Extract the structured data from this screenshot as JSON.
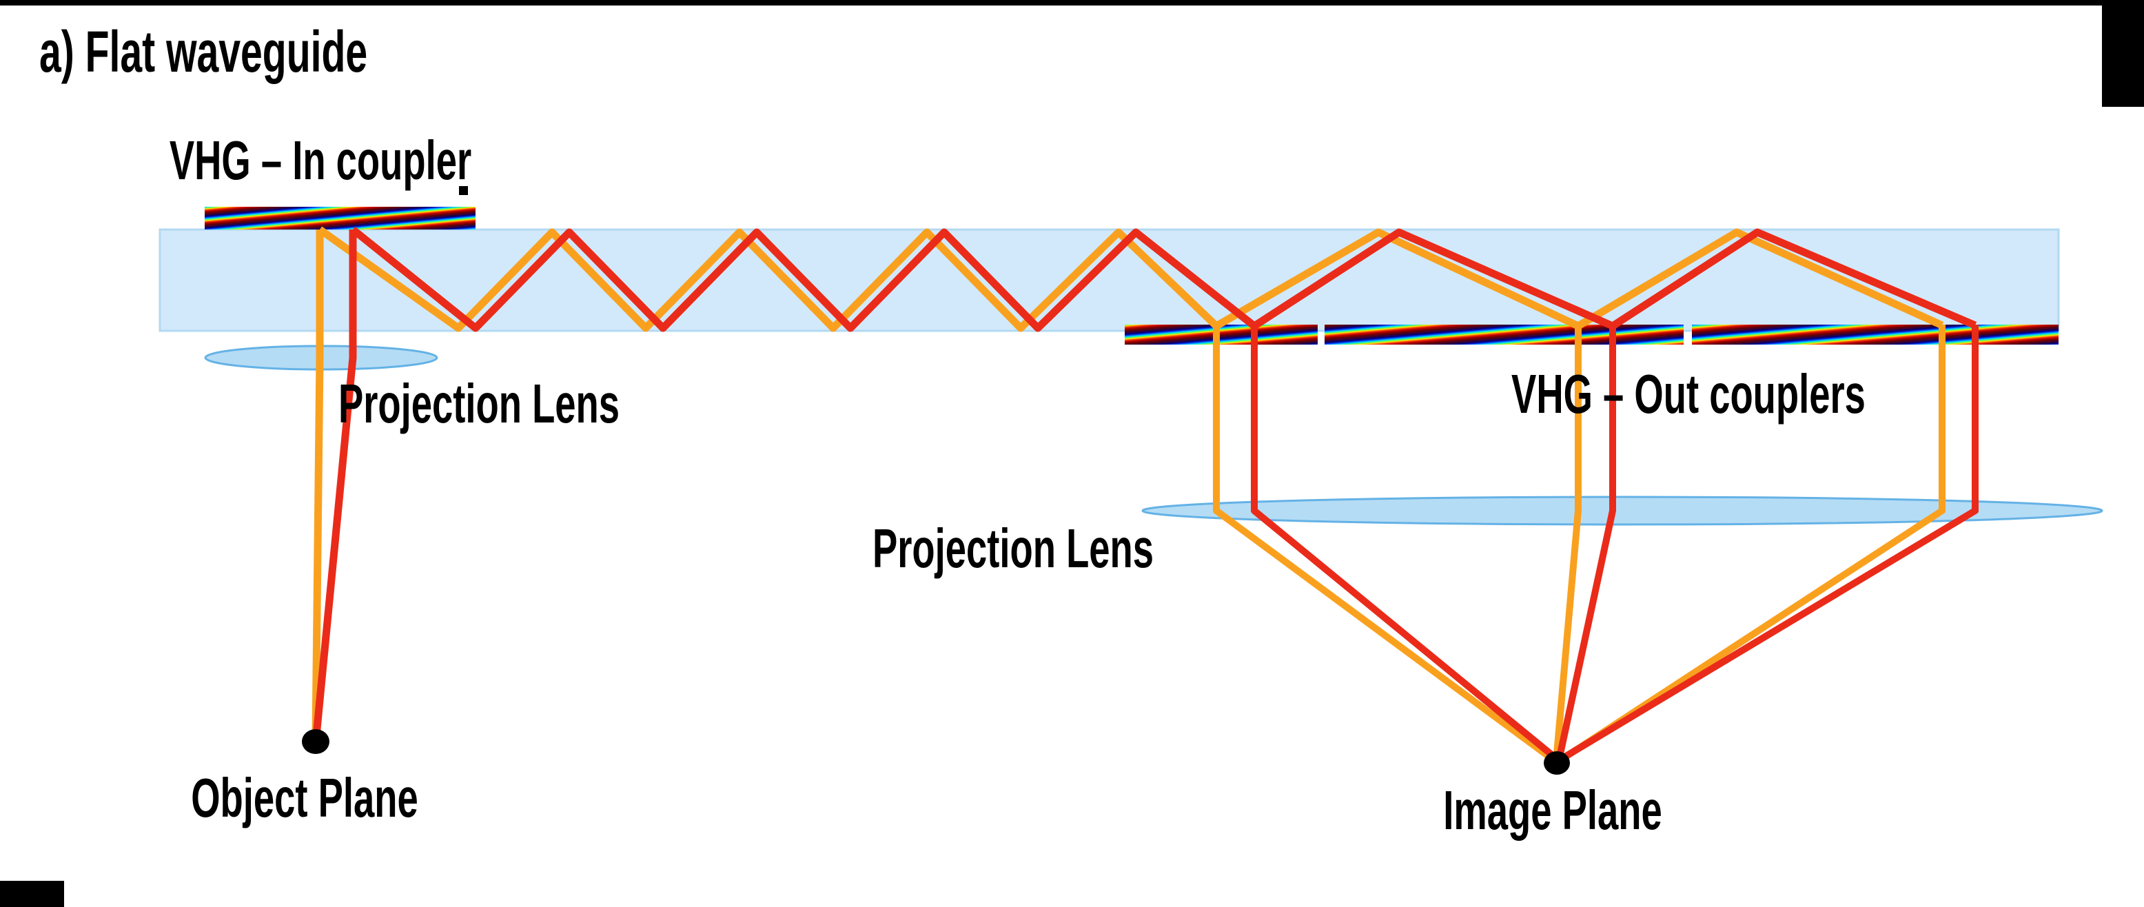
{
  "figure": {
    "title": "a) Flat waveguide",
    "labels": {
      "vhg_in": "VHG – In coupler",
      "projection_lens_left": "Projection Lens",
      "projection_lens_right": "Projection Lens",
      "vhg_out": "VHG – Out couplers",
      "object_plane": "Object Plane",
      "image_plane": "Image Plane"
    },
    "elements": {
      "waveguide": "flat waveguide slab",
      "in_coupler": "volume holographic grating in-coupler (rainbow fringes)",
      "out_couplers": "three volume holographic grating out-couplers (rainbow fringes)",
      "lenses": "two light-blue projection lens ellipses",
      "rays": "orange and red ray pair bouncing by total internal reflection",
      "points": "object point and image point (black dots)"
    }
  },
  "colors": {
    "background": "#ffffff",
    "waveguide_fill": "#d2e9fb",
    "waveguide_stroke": "#b3d9f2",
    "lens_fill": "#b5dcf5",
    "lens_stroke": "#64b2e6",
    "ray_orange": "#F9A11F",
    "ray_red": "#EA2B1A",
    "point_black": "#000000",
    "decor_black": "#000000",
    "grating_rainbow": [
      "#00007f",
      "#0040ff",
      "#00e0ff",
      "#58f858",
      "#ffe800",
      "#ff5000",
      "#c00000",
      "#700000"
    ]
  }
}
